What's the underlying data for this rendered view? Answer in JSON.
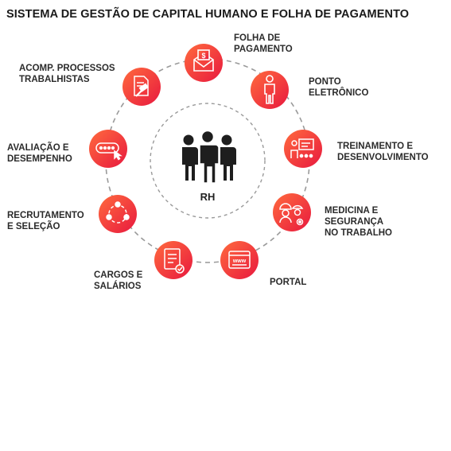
{
  "title": "SISTEMA DE GESTÃO DE CAPITAL HUMANO E FOLHA DE PAGAMENTO",
  "center": {
    "label": "RH",
    "icon": "people-group-icon"
  },
  "colors": {
    "accent_light": "#ff6a3d",
    "accent_dark": "#e8193f",
    "dashed_ring": "#9a9a9a",
    "text": "#2b2b2b"
  },
  "modules": [
    {
      "id": "folha",
      "label": "FOLHA DE\nPAGAMENTO",
      "icon": "payroll-envelope-icon"
    },
    {
      "id": "ponto",
      "label": "PONTO\nELETRÔNICO",
      "icon": "person-standing-icon"
    },
    {
      "id": "treinamento",
      "label": "TREINAMENTO E\nDESENVOLVIMENTO",
      "icon": "presentation-board-icon"
    },
    {
      "id": "medicina",
      "label": "MEDICINA E\nSEGURANÇA\nNO TRABALHO",
      "icon": "safety-workers-icon"
    },
    {
      "id": "portal",
      "label": "PORTAL",
      "icon": "web-browser-icon"
    },
    {
      "id": "cargos",
      "label": "CARGOS E\nSALÁRIOS",
      "icon": "document-check-icon"
    },
    {
      "id": "recrutamento",
      "label": "RECRUTAMENTO\nE SELEÇÃO",
      "icon": "recruitment-cycle-icon"
    },
    {
      "id": "avaliacao",
      "label": "AVALIAÇÃO E\nDESEMPENHO",
      "icon": "rating-cursor-icon"
    },
    {
      "id": "acomp",
      "label": "ACOMP. PROCESSOS\nTRABALHISTAS",
      "icon": "legal-document-gavel-icon"
    }
  ]
}
